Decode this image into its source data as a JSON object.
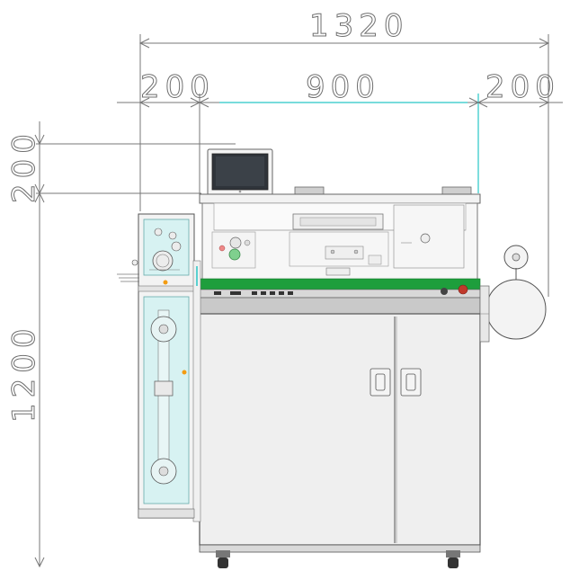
{
  "dimensions": {
    "overall_width": "1320",
    "left_module_width": "200",
    "main_body_width": "900",
    "right_module_width": "200",
    "top_screen_height": "200",
    "body_height": "1200"
  },
  "colors": {
    "dimension_line": "#777777",
    "dimension_text": "#6f6f6f",
    "accent_cyan": "#28c6c6",
    "panel_green": "#1e9e3c",
    "machine_body": "#efefef",
    "glass_tint": "#d7f2f2"
  },
  "icons": {
    "left_module": "feeder-reel-unit",
    "right_module": "spool-holder",
    "screen": "touch-screen-display"
  }
}
